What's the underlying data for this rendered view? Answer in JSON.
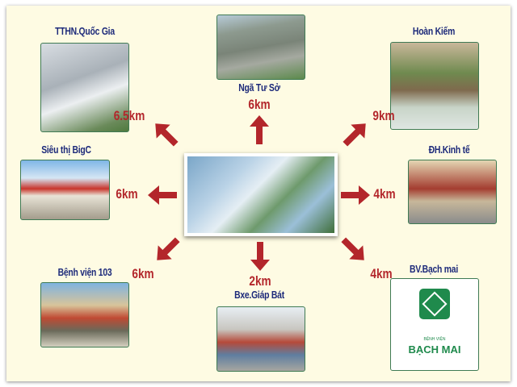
{
  "center": {
    "name": "project-aerial-view"
  },
  "destinations": [
    {
      "id": "tthn",
      "label": "TTHN.Quốc Gia",
      "distance": "6.5km",
      "direction": "up-left"
    },
    {
      "id": "nga-tu-so",
      "label": "Ngã Tư Sở",
      "distance": "6km",
      "direction": "up"
    },
    {
      "id": "hoan-kiem",
      "label": "Hoàn Kiếm",
      "distance": "9km",
      "direction": "up-right"
    },
    {
      "id": "bigc",
      "label": "Siêu thị BigC",
      "distance": "6km",
      "direction": "left"
    },
    {
      "id": "dh-kinh-te",
      "label": "ĐH.Kinh tế",
      "distance": "4km",
      "direction": "right"
    },
    {
      "id": "benh-vien-103",
      "label": "Bệnh viện 103",
      "distance": "6km",
      "direction": "down-left"
    },
    {
      "id": "giap-bat",
      "label": "Bxe.Giáp Bát",
      "distance": "2km",
      "direction": "down"
    },
    {
      "id": "bach-mai",
      "label": "BV.Bạch mai",
      "distance": "4km",
      "direction": "down-right"
    }
  ],
  "bach_mai_logo": {
    "small": "BỆNH VIỆN",
    "big": "BẠCH MAI"
  },
  "colors": {
    "label": "#1d2a7a",
    "distance": "#b3262b",
    "arrow": "#b3262b",
    "background": "#fefbe3",
    "logo_green": "#1f8a4c"
  }
}
